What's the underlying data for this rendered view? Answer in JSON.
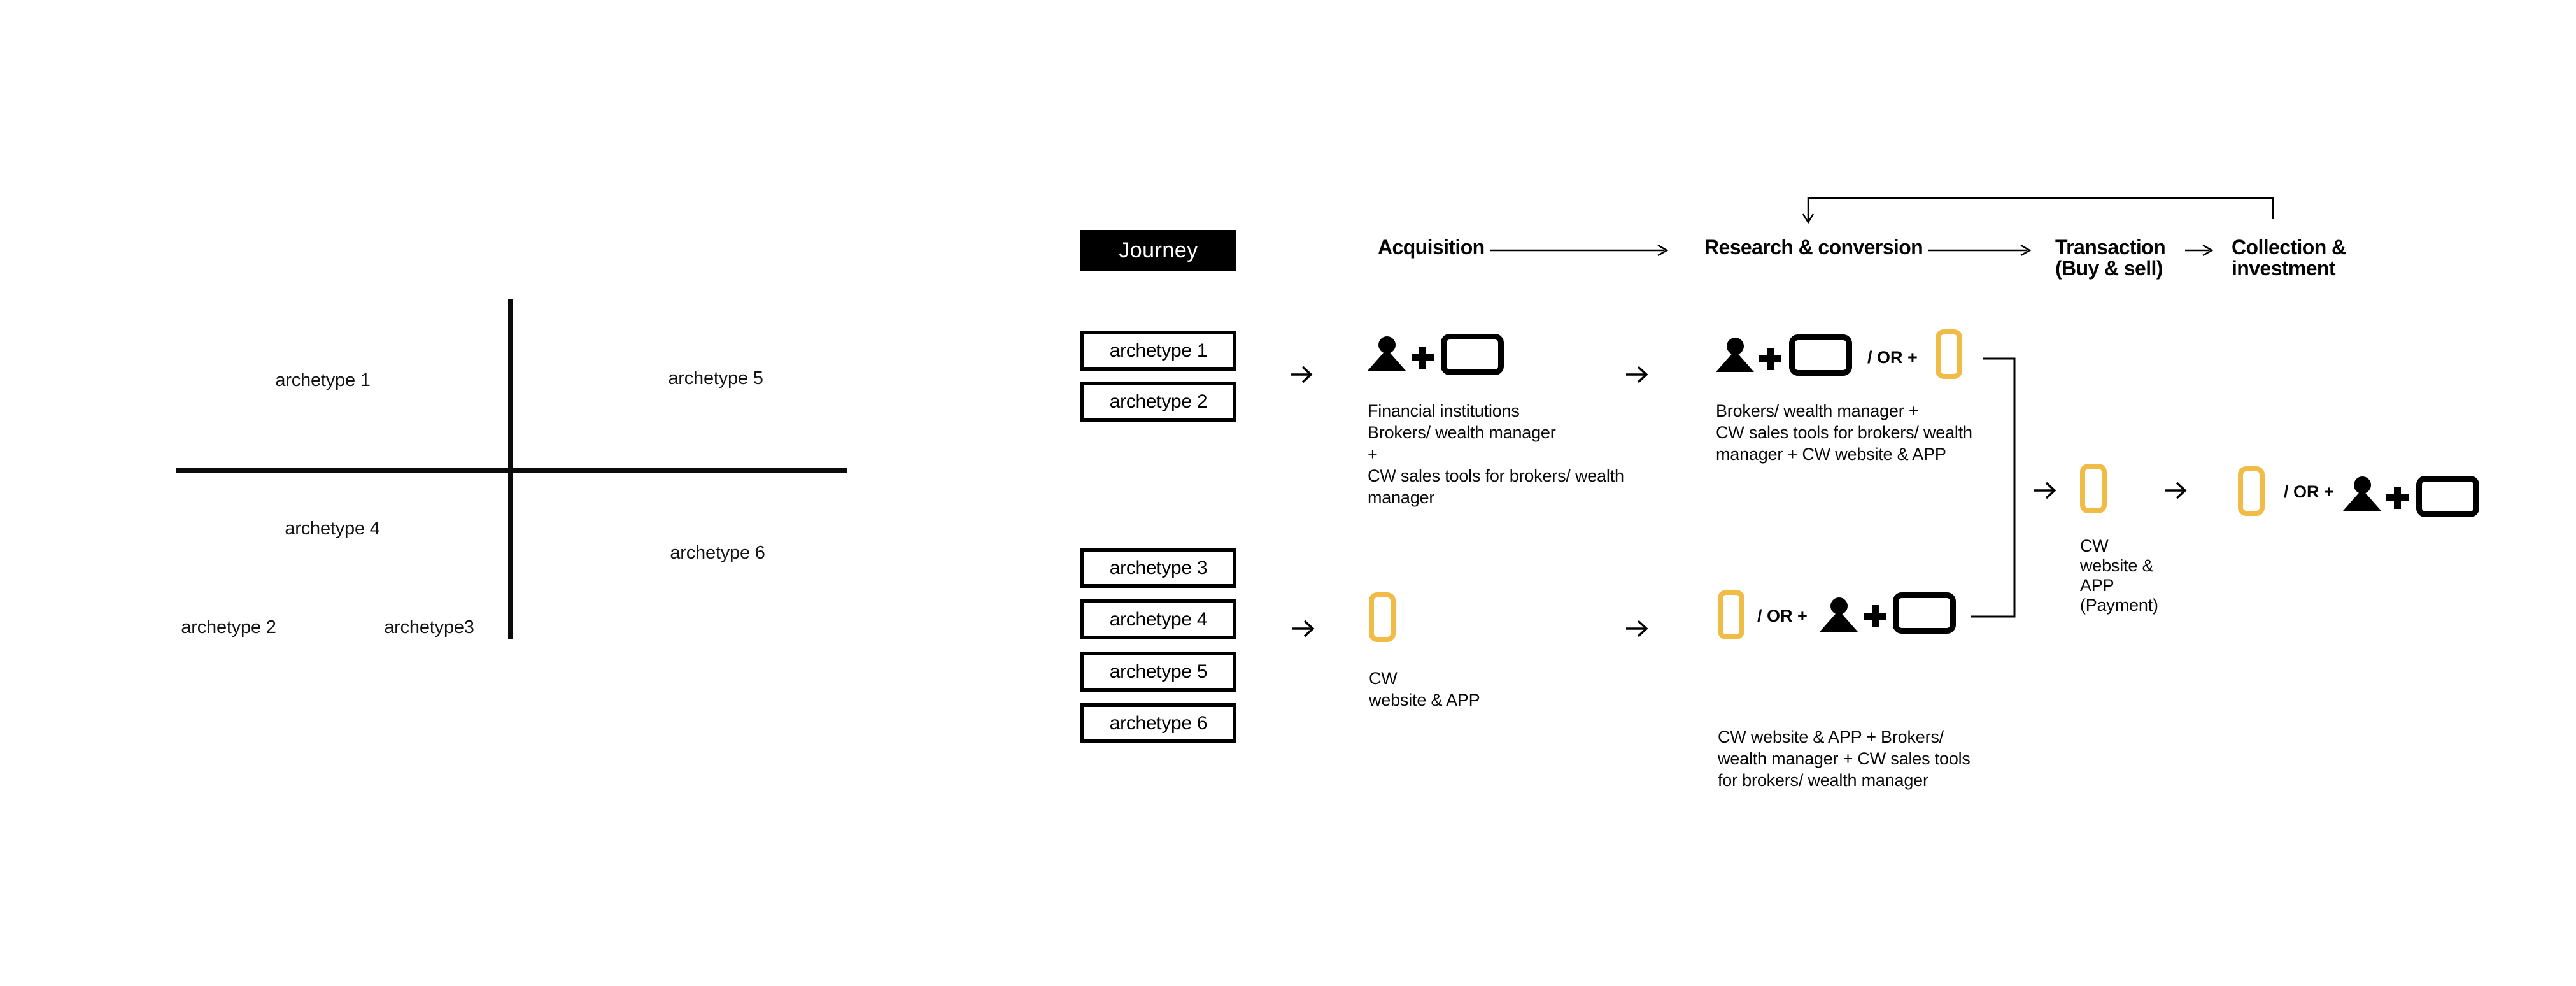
{
  "colors": {
    "accent_yellow": "#F0BC47",
    "ink": "#000000",
    "background": "#FFFFFF"
  },
  "icons": {
    "person": "person-icon",
    "screen": "screen-icon",
    "phone": "mobile-app-icon",
    "arrow": "arrow-right-icon",
    "plus": "plus-icon",
    "feedback": "feedback-loop-arrow"
  },
  "quadrant": {
    "labels": [
      "archetype 1",
      "archetype 5",
      "archetype 4",
      "archetype 6",
      "archetype 2",
      "archetype3"
    ]
  },
  "journey": {
    "title": "Journey",
    "stages": [
      {
        "line1": "Acquisition",
        "line2": ""
      },
      {
        "line1": "Research & conversion",
        "line2": ""
      },
      {
        "line1": "Transaction",
        "line2": "(Buy & sell)"
      },
      {
        "line1": "Collection &",
        "line2": "investment"
      }
    ],
    "or_plus": "/ OR +",
    "group1": {
      "archetypes": [
        "archetype 1",
        "archetype 2"
      ],
      "acquisition_caption": "Financial institutions\nBrokers/ wealth manager\n+\nCW sales tools for brokers/ wealth\nmanager",
      "research_caption": "Brokers/ wealth manager +\nCW sales tools for brokers/ wealth\nmanager + CW website & APP"
    },
    "group2": {
      "archetypes": [
        "archetype 3",
        "archetype 4",
        "archetype 5",
        "archetype 6"
      ],
      "acquisition_caption": "CW\nwebsite & APP",
      "research_caption": "CW website & APP + Brokers/\nwealth manager + CW sales tools\nfor brokers/ wealth manager"
    },
    "transaction_caption": "CW\nwebsite &\nAPP\n(Payment)"
  }
}
